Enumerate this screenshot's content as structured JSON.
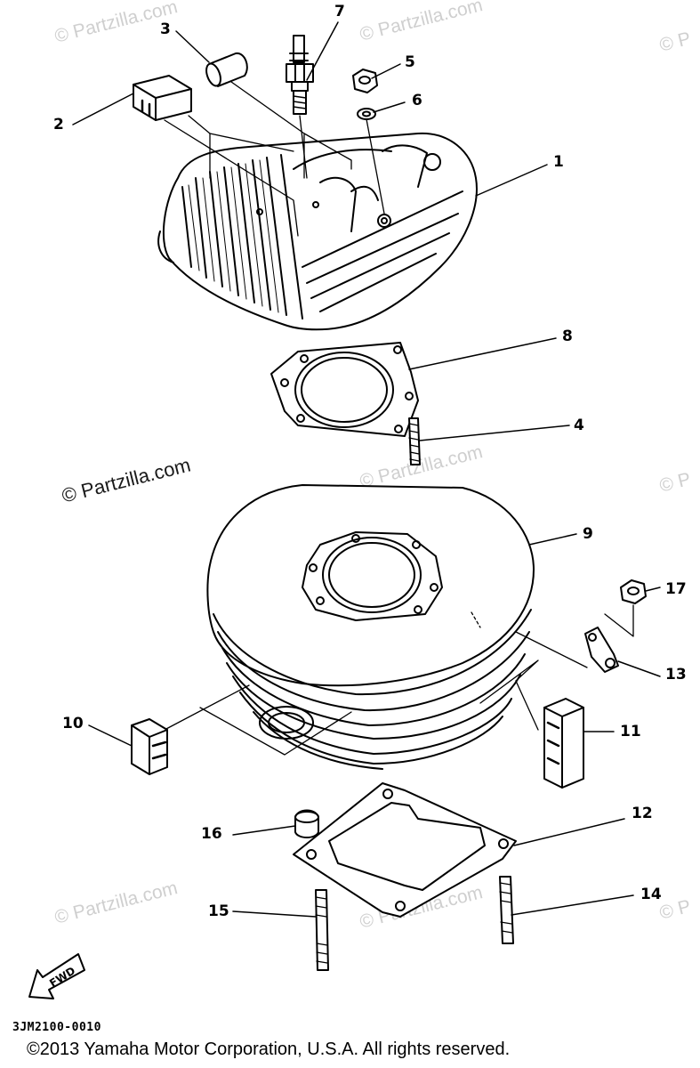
{
  "watermarks": {
    "main": "© Partzilla.com",
    "repeat": "© Partzilla.com",
    "edge": "© P"
  },
  "callouts": [
    "1",
    "2",
    "3",
    "4",
    "5",
    "6",
    "7",
    "8",
    "9",
    "10",
    "11",
    "12",
    "13",
    "14",
    "15",
    "16",
    "17"
  ],
  "fwd_label": "FWD",
  "drawing_code": "3JM2100-0010",
  "copyright": "©2013  Yamaha Motor Corporation, U.S.A. All rights reserved."
}
